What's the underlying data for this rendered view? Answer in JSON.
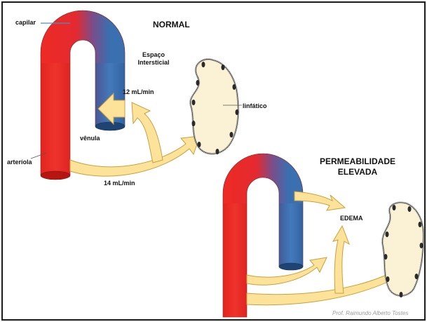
{
  "normal": {
    "title": "NORMAL",
    "capilar": "capilar",
    "espaco_line1": "Espaço",
    "espaco_line2": "Intersticial",
    "flow_in": "12 mL/min",
    "flow_out": "14 mL/min",
    "linfatico": "linfático",
    "venula": "vênula",
    "arteriola": "arteríola"
  },
  "permeabilidade": {
    "title_line1": "PERMEABILIDADE",
    "title_line2": "ELEVADA",
    "edema": "EDEMA"
  },
  "credit": "Prof. Raimundo Alberto Tostes",
  "colors": {
    "arterial": "#ee2a24",
    "venous": "#3a6fb0",
    "arrow_fill": "#fde39a",
    "arrow_stroke": "#c9a03a",
    "lymph_fill": "#fbf2d5"
  }
}
